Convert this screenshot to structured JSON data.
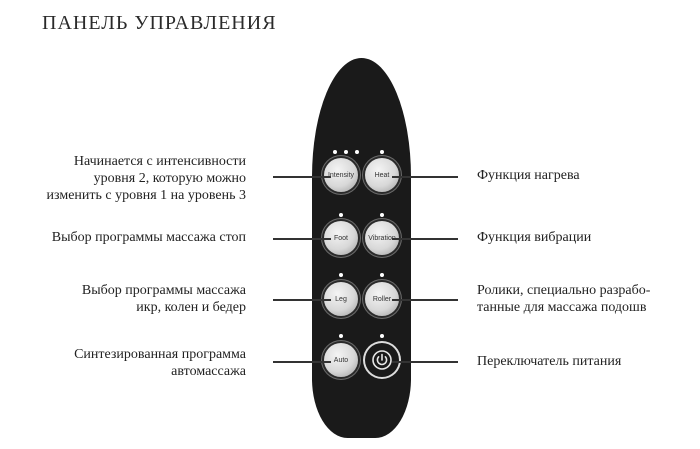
{
  "title": "ПАНЕЛЬ УПРАВЛЕНИЯ",
  "buttons": {
    "intensity": "Intensity",
    "heat": "Heat",
    "foot": "Foot",
    "vibration": "Vibration",
    "leg": "Leg",
    "roller": "Roller",
    "auto": "Auto",
    "power": "⏻"
  },
  "labels": {
    "intensity": [
      "Начинается с интенсивности",
      "уровня 2, которую можно",
      "изменить с уровня 1 на уровень 3"
    ],
    "heat": [
      "Функция нагрева"
    ],
    "foot": [
      "Выбор программы массажа стоп"
    ],
    "vibration": [
      "Функция вибрации"
    ],
    "leg": [
      "Выбор программы массажа",
      "икр, колен и бедер"
    ],
    "roller": [
      "Ролики, специально разрабо-",
      "танные для массажа подошв"
    ],
    "auto": [
      "Синтезированная программа",
      "автомассажа"
    ],
    "power": [
      "Переключатель питания"
    ]
  },
  "colors": {
    "remote_body": "#1a1a1a",
    "leader_line": "#333333",
    "text": "#222222"
  }
}
